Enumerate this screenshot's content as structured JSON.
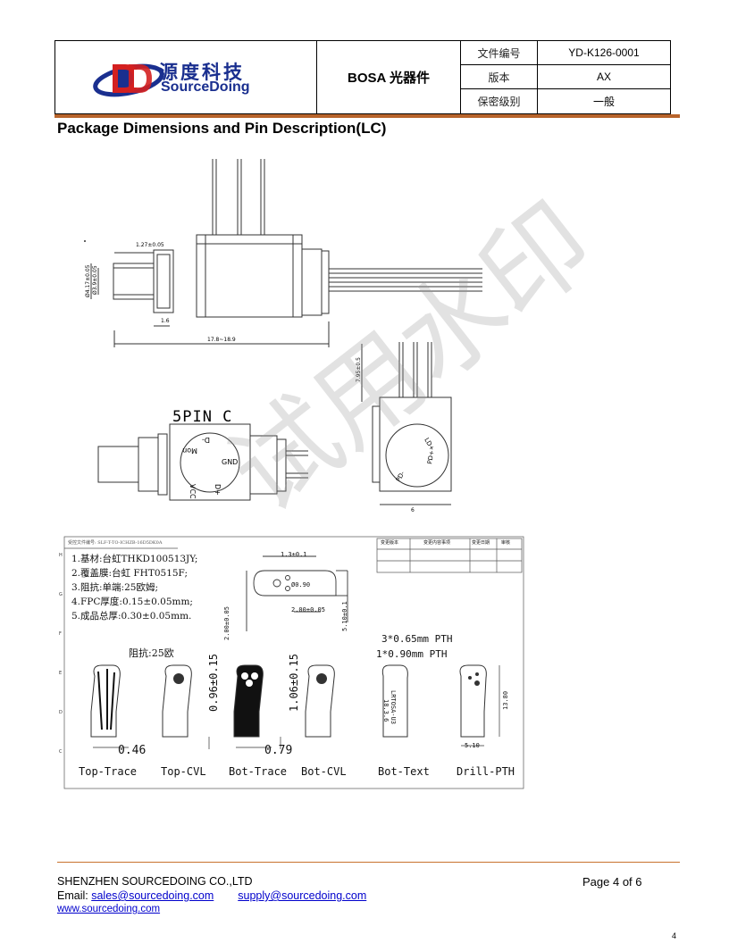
{
  "header": {
    "logo_cn": "源度科技",
    "logo_en": "SourceDoing",
    "doc_title": "BOSA 光器件",
    "rows": [
      {
        "label": "文件编号",
        "value": "YD-K126-0001"
      },
      {
        "label": "版本",
        "value": "AX"
      },
      {
        "label": "保密级别",
        "value": "一般"
      }
    ]
  },
  "section_title": "Package Dimensions and Pin Description(LC)",
  "watermark": "试用水印",
  "drawing": {
    "dims": {
      "top_a": "1.27±0.05",
      "top_b": "1.6",
      "d1": "Ø4.17±0.05",
      "d2": "Ø3.9±0.05",
      "overall": "17.8~18.9",
      "lead_len": "7.95±0.5",
      "width": "6"
    },
    "pin_label": "5PIN C",
    "pins": [
      "D-",
      "Mon",
      "GND",
      "D+",
      "VCC",
      "PD-",
      "PD+",
      "LD+"
    ]
  },
  "fpc": {
    "ref_no": "受控文件编号: SLF-T-TO-ICHZB-16D5DK0A",
    "rev_headers": [
      "变更版本",
      "变更内容事项",
      "变更日期",
      "审核"
    ],
    "notes": [
      "1.基材:台虹THKD100513JY;",
      "2.覆盖膜:台虹 FHT0515F;",
      "3.阻抗:单端:25欧姆;",
      "4.FPC厚度:0.15±0.05mm;",
      "5.成品总厚:0.30±0.05mm."
    ],
    "impedance_label": "阻抗:25欧",
    "dim_labels": {
      "top_width": "1.3±0.1",
      "hole": "Ø0.90",
      "pitch": "2.00±0.05",
      "height1": "2.00±0.05",
      "height2": "5.10±0.1",
      "cvl_top": "0.96±0.15",
      "cvl_bot": "1.06±0.15",
      "trace_top": "0.46",
      "trace_bot": "0.79",
      "pth1": "3*0.65mm PTH",
      "pth2": "1*0.90mm PTH",
      "drill_h": "13.80",
      "drill_w": "5.10"
    },
    "bot_text": [
      "LRTOSA-U3",
      "18.3.6"
    ],
    "captions": [
      "Top-Trace",
      "Top-CVL",
      "Bot-Trace",
      "Bot-CVL",
      "Bot-Text",
      "Drill-PTH"
    ],
    "grid_letters": [
      "H",
      "G",
      "F",
      "E",
      "D",
      "C"
    ]
  },
  "footer": {
    "company": "SHENZHEN SOURCEDOING CO.,LTD",
    "email_label": "Email:",
    "email1": "sales@sourcedoing.com",
    "email2": "supply@sourcedoing.com",
    "website": "www.sourcedoing.com",
    "page_label": "Page 4 of 6",
    "page_number": "4"
  },
  "colors": {
    "brand_blue": "#1a2f8f",
    "logo_red": "#d42020",
    "accent_rule": "#b8642b"
  }
}
